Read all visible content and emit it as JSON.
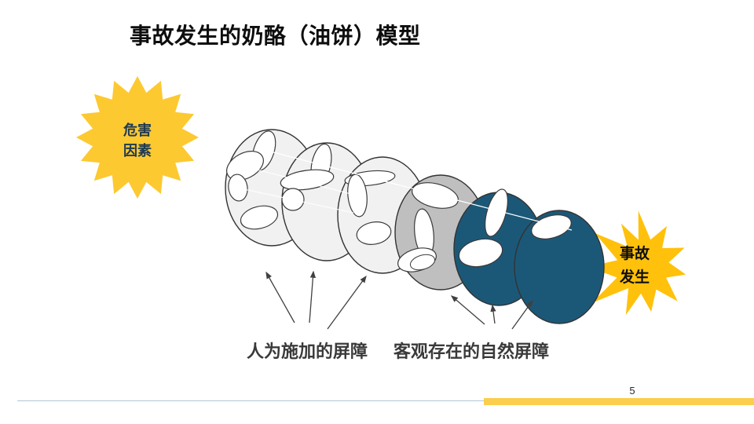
{
  "slide": {
    "title": "事故发生的奶酪（油饼）模型",
    "page_number": "5"
  },
  "diagram": {
    "hazard_star": {
      "line1": "危害",
      "line2": "因素"
    },
    "accident_star": {
      "line1": "事故",
      "line2": "发生"
    },
    "barrier_labels": {
      "human": "人为施加的屏障",
      "natural": "客观存在的自然屏障"
    }
  },
  "colors": {
    "star_yellow_left": "#FDC930",
    "star_yellow_right": "#FFC10B",
    "hazard_text": "#1E3A52",
    "slice_light": "#F1F1F1",
    "slice_gray": "#BFBFBF",
    "slice_teal": "#1B5878",
    "outline": "#333333",
    "arrow": "#404040",
    "footer_line": "#AFC8D6",
    "footer_bar": "#FCCE4D"
  }
}
